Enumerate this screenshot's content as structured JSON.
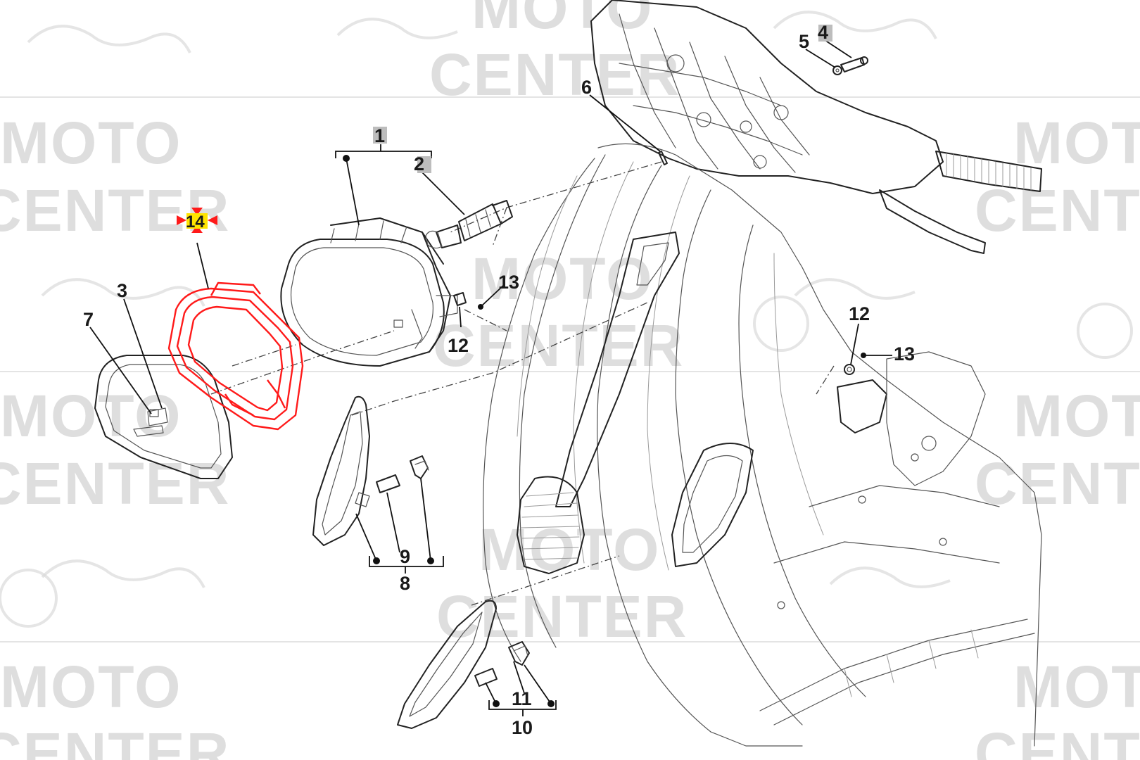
{
  "watermark": {
    "line1": "MOTO",
    "line2": "CENTER"
  },
  "callouts": {
    "p1": "1",
    "p2": "2",
    "p3": "3",
    "p4": "4",
    "p5": "5",
    "p6": "6",
    "p7": "7",
    "p8": "8",
    "p9": "9",
    "p10": "10",
    "p11": "11",
    "p12a": "12",
    "p12b": "12",
    "p13a": "13",
    "p13b": "13",
    "p14": "14"
  },
  "colors": {
    "highlight": "#ff1a1a",
    "marker_fill": "#ffe400",
    "watermark": "#d3d3d3",
    "line": "#222222"
  },
  "selected_part": "14"
}
